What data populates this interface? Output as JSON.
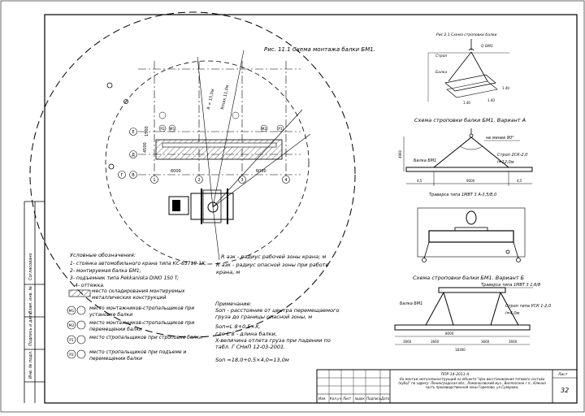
{
  "main_title": "Рис. 11.1 Схема монтажа балки БМ1.",
  "slinging_detail_title": "Рис 2.1 Схема строповки балки",
  "slinging_detail_labels": {
    "sling": "Строп",
    "beam": "Балка",
    "load_label": "Q БМ1",
    "dim_a": "1.40",
    "dim_b": "1.40",
    "dim_c": "1.40"
  },
  "variant_a": {
    "title": "Схема строповки балки БМ1. Вариант А",
    "angle_note": "не менее 90°",
    "sling_label": "Строп 2СК-2,0",
    "sling_length": "l=12,0м",
    "beam_label": "Балка БМ1",
    "dims": [
      "4,5",
      "9000",
      "4,5"
    ],
    "height_dim": "4960"
  },
  "traverse_label": "Траверса типа 1МВТ 3 А-3,5/8,0",
  "variant_b": {
    "title": "Схема строповки балки БМ1. Вариант Б",
    "traverse_label": "Траверса типа 1МВТ 3 1,6/8",
    "sling_label": "Строп типа УСК 1-2,0",
    "sling_length": "l=4,0м",
    "beam_label": "Балка БМ1",
    "dims_bottom": [
      "3660",
      "3660",
      "3660",
      "3660"
    ],
    "dim_mid": "8000",
    "dim_total": "18300"
  },
  "plan_labels": {
    "dim_6000_left": "6000",
    "dim_6000_right": "6000",
    "dim_4500": "4500",
    "dim_1500": "1500",
    "radius_label": "Rmax 11,0м",
    "radius_danger": "R = 15,0м",
    "rows": [
      "E",
      "Д",
      "Г",
      "В"
    ],
    "cols": [
      "1",
      "2",
      "3",
      "4"
    ],
    "markers": [
      "M1",
      "M2",
      "P1",
      "P2"
    ]
  },
  "legend": {
    "heading": "Условные обозначения:",
    "items": [
      "1- стоянка автомобильного крана типа КС-65719-1К;",
      "2- монтируемая балка БМ1;",
      "3- подъемник типа Pekkaniska DINO 150 T;",
      "4- оттяжка."
    ],
    "storage": "место складирования монтируемых металлических конструкций",
    "m1": "место монтажников-стропальщиков при установке балки",
    "m2": "место монтажников-стропальщиков при перемещении балки",
    "p1": "место стропальщиков при строповке балки",
    "p2": "место стропальщиков при подъеме и перемещении балки",
    "m1_tag": "M1",
    "m2_tag": "M2",
    "p1_tag": "P1",
    "p2_tag": "P2"
  },
  "radii": {
    "r_work": "R азк - радиус рабочей зоны крана; м",
    "r_danger": "R азк - радиус опасной зоны при работе крана, м"
  },
  "notes": {
    "heading": "Примечание:",
    "line1": "Sоп - расстояние от центра перемещаемого груза до границы опасной зоны, м",
    "formula": "Sоп=L 8+0,5×X,",
    "where": "где L 8 - длина балки,",
    "line_x": "X-величина отлета груза при падении по табл. Г СНиП 12-03-2001.",
    "result": "Sоп =18,0+0,5×4,0=13,0м"
  },
  "left_margin": {
    "labels": [
      "Согласовано",
      "Взам. инв. №",
      "Подпись и дата",
      "Инв. № подл."
    ]
  },
  "title_block": {
    "code": "ППР-14-2011-А",
    "description": "На монтаж металлоконструкций на объекте \"Цех восстановления тягового состава (куба)\" по адресу: Ленинградская обл., Ломоносовский муз., Виллозское г.п., Южная часть производственной зоны Горелово, ул.Суворова,",
    "headers": [
      "Изм.",
      "Кол.уч",
      "Лист",
      "№док",
      "Подпись",
      "Дата"
    ],
    "sheet_label": "Лист",
    "sheet_number": "32"
  }
}
